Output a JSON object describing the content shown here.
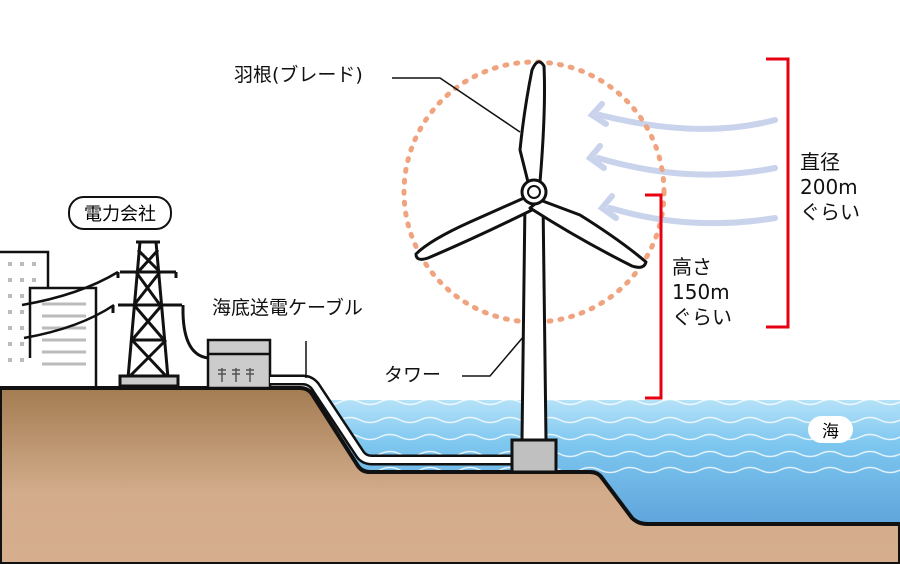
{
  "labels": {
    "blade": "羽根(ブレード)",
    "power_company": "電力会社",
    "cable": "海底送電ケーブル",
    "tower": "タワー",
    "sea": "海",
    "diameter": [
      "直径",
      "200m",
      "ぐらい"
    ],
    "height": [
      "高さ",
      "150m",
      "ぐらい"
    ]
  },
  "colors": {
    "bracket": "#e60012",
    "rotor_circle": "#f0a37f",
    "wind": "#c9d3ec",
    "ground_top": "#a8825a",
    "ground_bottom": "#d6ad8c",
    "sea_top": "#b3e0f7",
    "sea_bottom": "#5fa4dc"
  }
}
